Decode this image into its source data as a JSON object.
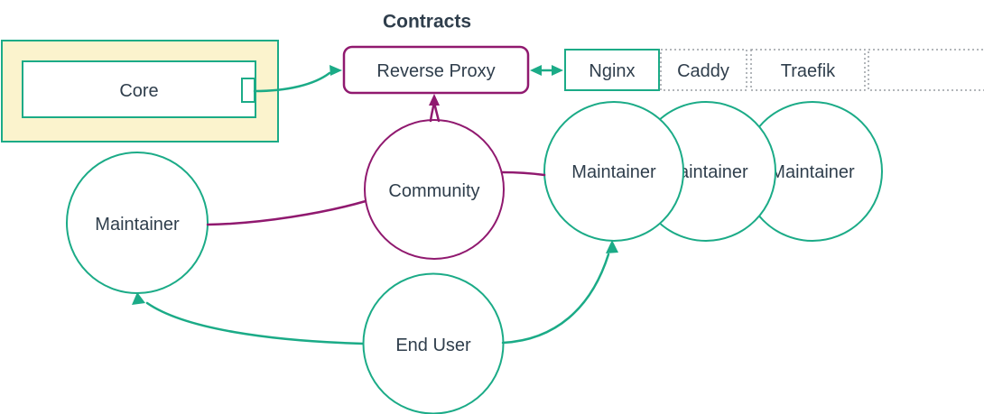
{
  "title": "Contracts",
  "colors": {
    "teal": "#1BAB87",
    "purple": "#90196F",
    "text": "#2F3E4C",
    "core_container_fill": "#FBF3CD",
    "dotted_border": "#999EA3",
    "background": "#FFFFFF"
  },
  "nodes": {
    "core": {
      "label": "Core"
    },
    "reverse_proxy": {
      "label": "Reverse Proxy"
    },
    "community": {
      "label": "Community"
    },
    "maintainer_left": {
      "label": "Maintainer"
    },
    "maintainers_right": [
      {
        "label": "Maintainer"
      },
      {
        "label": "Maintainer"
      },
      {
        "label": "Maintainer"
      }
    ],
    "end_user": {
      "label": "End User"
    }
  },
  "proxy_implementations": {
    "cells": [
      {
        "label": "Nginx",
        "style": "solid-teal"
      },
      {
        "label": "Caddy",
        "style": "dotted"
      },
      {
        "label": "Traefik",
        "style": "dotted"
      },
      {
        "label": "",
        "style": "dotted"
      }
    ]
  },
  "edges": [
    {
      "from": "core",
      "to": "reverse_proxy",
      "color": "teal",
      "arrow": "single"
    },
    {
      "from": "reverse_proxy",
      "to": "nginx-cell",
      "color": "teal",
      "arrow": "double"
    },
    {
      "from": "community",
      "to": "reverse_proxy",
      "color": "purple",
      "arrow": "single"
    },
    {
      "from": "community",
      "to": "maintainer_left",
      "color": "purple",
      "arrow": "none"
    },
    {
      "from": "community",
      "to": "maintainers_right",
      "color": "purple",
      "arrow": "none"
    },
    {
      "from": "end_user",
      "to": "maintainer_left",
      "color": "teal",
      "arrow": "single"
    },
    {
      "from": "end_user",
      "to": "maintainers_right",
      "color": "teal",
      "arrow": "single"
    }
  ]
}
